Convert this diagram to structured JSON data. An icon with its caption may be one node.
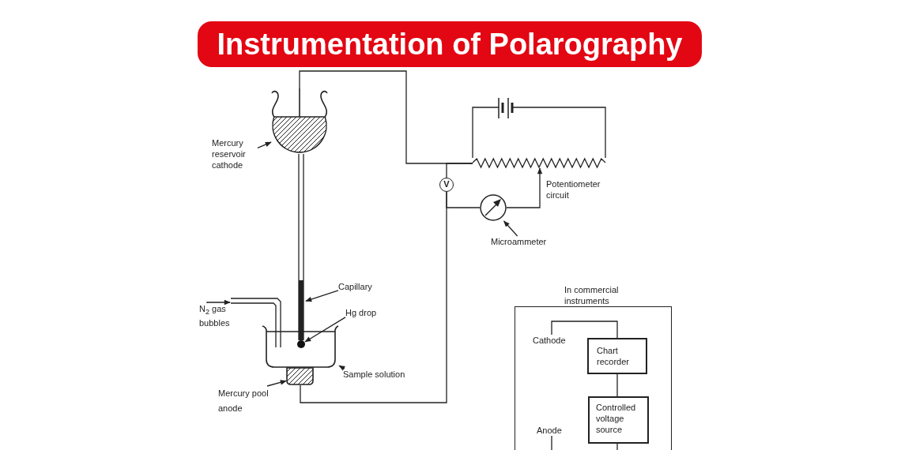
{
  "diagram": {
    "title": "Instrumentation of Polarography",
    "nodes": [
      {
        "text": [
          "Mercury reservoir cathode"
        ]
      },
      {
        "text": [],
        "shape": "bowl"
      },
      {
        "text": [
          "Capillary"
        ]
      },
      {
        "text": [],
        "shape": "tube"
      },
      {
        "text": [
          "Hg drop"
        ]
      },
      {
        "text": [],
        "shape": "beaker"
      },
      {
        "text": [],
        "shape": "circle",
        "in": 5
      },
      {
        "text": [
          "Sample solution"
        ]
      },
      {
        "text": [
          "Mercury pool anode"
        ]
      },
      {
        "text": [],
        "shape": "box"
      },
      {
        "text": [],
        "shape": "tube"
      },
      {
        "text": [
          "V"
        ]
      },
      {
        "text": [],
        "shape": "resistor"
      },
      {
        "text": [],
        "shape": "battery"
      },
      {
        "text": [],
        "shape": "meter"
      },
      {
        "text": [
          "Microammeter"
        ]
      },
      {
        "text": [
          "In commercial instruments"
        ]
      },
      {
        "text": [
          "Cathode"
        ],
        "in": 16
      },
      {
        "text": [
          "Chart recorder"
        ],
        "in": 16
      },
      {
        "text": [
          "Anode"
        ],
        "in": 16
      },
      {
        "text": [
          "Controlled voltage source"
        ],
        "in": 16
      },
      {
        "text": [
          "N$_{2}$ gas bubbles"
        ]
      }
    ],
    "edges": [
      {
        "from": 1,
        "to": 12,
        "arrow": "none"
      },
      {
        "from": 12,
        "to": 11,
        "arrow": "none"
      },
      {
        "from": 11,
        "to": 14,
        "arrow": "none"
      },
      {
        "from": 14,
        "to": 12,
        "arrow": "to"
      },
      {
        "from": 11,
        "to": 9,
        "arrow": "none"
      },
      {
        "from": 12,
        "to": 13,
        "arrow": "none"
      },
      {
        "from": 13,
        "to": 12,
        "arrow": "none"
      },
      {
        "from": 0,
        "to": 1,
        "arrow": "to"
      },
      {
        "from": 2,
        "to": 3,
        "arrow": "to"
      },
      {
        "from": 4,
        "to": 6,
        "arrow": "to"
      },
      {
        "from": 7,
        "to": 5,
        "arrow": "to"
      },
      {
        "from": 8,
        "to": 9,
        "arrow": "to"
      },
      {
        "from": 15,
        "to": 14,
        "arrow": "to"
      },
      {
        "from": 21,
        "to": 10,
        "arrow": "to"
      },
      {
        "from": 17,
        "to": 18,
        "arrow": "none"
      },
      {
        "from": 18,
        "to": 20,
        "arrow": "none"
      },
      {
        "from": 19,
        "to": null,
        "arrow": "none"
      },
      {
        "from": 20,
        "to": null,
        "arrow": "none"
      }
    ],
    "labels": [
      "Potentiometer circuit"
    ]
  }
}
